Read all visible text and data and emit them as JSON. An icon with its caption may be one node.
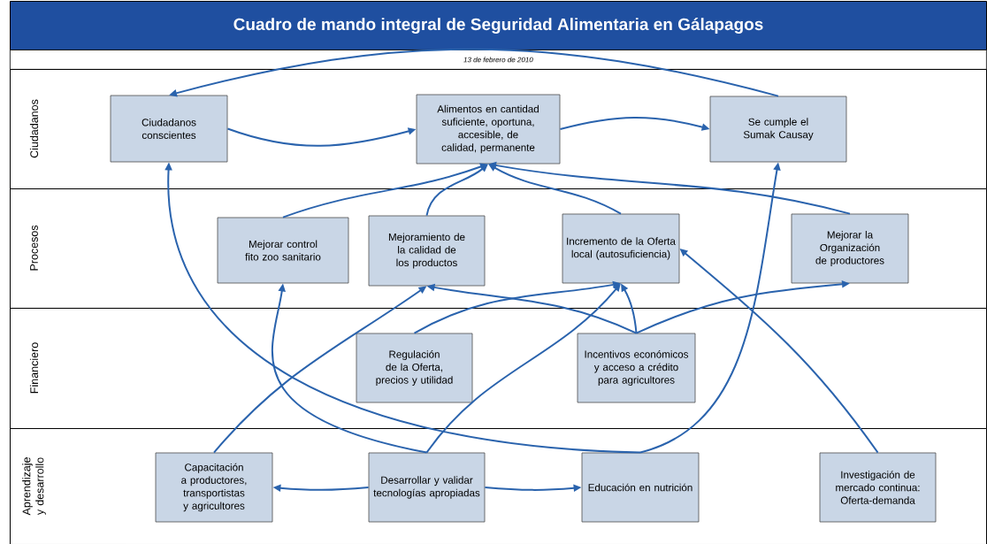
{
  "diagram": {
    "title": "Cuadro de mando integral de Seguridad Alimentaria en Gálapagos",
    "nodes": [
      {
        "text": [
          "Ciudadanos"
        ]
      },
      {
        "text": [
          "Ciudadanos conscientes"
        ],
        "in": 0
      },
      {
        "text": [
          "Alimentos en cantidad suficiente, oportuna, accesible, de calidad, permanente"
        ],
        "in": 0
      },
      {
        "text": [
          "Se cumple el Sumak Causay"
        ],
        "in": 0
      },
      {
        "text": [
          "Procesos"
        ]
      },
      {
        "text": [
          "Mejorar control fito zoo sanitario"
        ],
        "in": 4
      },
      {
        "text": [
          "Mejoramiento de la calidad de los productos"
        ],
        "in": 4
      },
      {
        "text": [
          "Incremento de la Oferta local (autosuficiencia)"
        ],
        "in": 4
      },
      {
        "text": [
          "Mejorar la Organización de productores"
        ],
        "in": 4
      },
      {
        "text": [
          "Financiero"
        ]
      },
      {
        "text": [
          "Regulación de la Oferta, precios y utilidad"
        ],
        "in": 9
      },
      {
        "text": [
          "Incentivos económicos y acceso a crédito para agricultores"
        ],
        "in": 9
      },
      {
        "text": [
          "Aprendizaje y desarrollo"
        ]
      },
      {
        "text": [
          "Capacitación a productores, transportistas y agricultores"
        ],
        "in": 12
      },
      {
        "text": [
          "Desarrollar y validar tecnologías apropiadas"
        ],
        "in": 12
      },
      {
        "text": [
          "Educación en nutrición"
        ],
        "in": 12
      },
      {
        "text": [
          "Investigación de mercado continua: Oferta-demanda"
        ],
        "in": 12
      }
    ],
    "edges": [
      {
        "from": 3,
        "to": 1,
        "arrow": "to"
      },
      {
        "from": 1,
        "to": 2,
        "arrow": "to"
      },
      {
        "from": 2,
        "to": 3,
        "arrow": "to"
      },
      {
        "from": 5,
        "to": 2,
        "arrow": "to"
      },
      {
        "from": 6,
        "to": 2,
        "arrow": "to"
      },
      {
        "from": 7,
        "to": 2,
        "arrow": "to"
      },
      {
        "from": 8,
        "to": 2,
        "arrow": "to"
      },
      {
        "from": 15,
        "to": 1,
        "arrow": "to"
      },
      {
        "from": 15,
        "to": 3,
        "arrow": "to"
      },
      {
        "from": 14,
        "to": 5,
        "arrow": "to"
      },
      {
        "from": 14,
        "to": 7,
        "arrow": "to"
      },
      {
        "from": 13,
        "to": 6,
        "arrow": "to"
      },
      {
        "from": 10,
        "to": 7,
        "arrow": "to"
      },
      {
        "from": 11,
        "to": 6,
        "arrow": "to"
      },
      {
        "from": 11,
        "to": 7,
        "arrow": "to"
      },
      {
        "from": 11,
        "to": 8,
        "arrow": "to"
      },
      {
        "from": 16,
        "to": 7,
        "arrow": "to"
      },
      {
        "from": 14,
        "to": 13,
        "arrow": "to"
      },
      {
        "from": 14,
        "to": 15,
        "arrow": "to"
      }
    ],
    "labels": [
      "13 de febrero de 2010"
    ]
  }
}
